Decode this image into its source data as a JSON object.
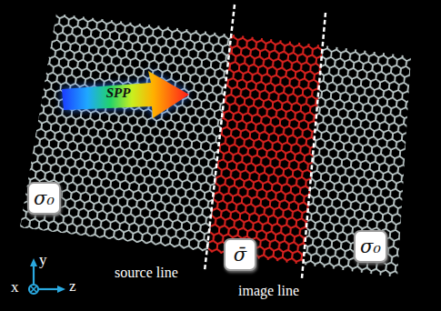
{
  "diagram": {
    "nodes": [
      {
        "text": [
          "SPP"
        ]
      },
      {
        "text": [
          "σ₀"
        ]
      },
      {
        "text": [
          "σ̄"
        ]
      },
      {
        "text": [
          "σ₀"
        ]
      }
    ],
    "labels": [
      "source line",
      "image line",
      "x",
      "y",
      "z"
    ]
  }
}
